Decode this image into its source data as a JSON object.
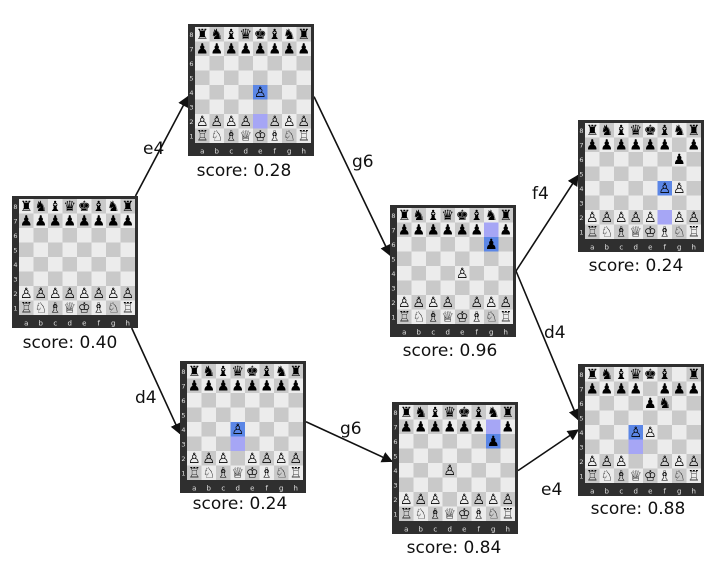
{
  "piece_glyphs": {
    "K": "♔",
    "Q": "♕",
    "R": "♖",
    "B": "♗",
    "N": "♘",
    "P": "♙",
    "k": "♚",
    "q": "♛",
    "r": "♜",
    "b": "♝",
    "n": "♞",
    "p": "♟"
  },
  "colors": {
    "light_square": "#ececec",
    "dark_square": "#c9c9c9",
    "highlight_from": "#a6a6f5",
    "highlight_to": "#5b86e6",
    "frame": "#2f2f2f",
    "label": "#e0e0e0"
  },
  "file_labels": [
    "a",
    "b",
    "c",
    "d",
    "e",
    "f",
    "g",
    "h"
  ],
  "rank_labels": [
    "8",
    "7",
    "6",
    "5",
    "4",
    "3",
    "2",
    "1"
  ],
  "nodes": [
    {
      "id": "start",
      "score": "score: 0.40",
      "position": [
        "rnbqkbnr",
        "pppppppp",
        "........",
        "........",
        "........",
        "........",
        "PPPPPPPP",
        "RNBQKBNR"
      ],
      "highlights": []
    },
    {
      "id": "e4",
      "score": "score: 0.28",
      "position": [
        "rnbqkbnr",
        "pppppppp",
        "........",
        "........",
        "....P...",
        "........",
        "PPPP.PPP",
        "RNBQKBNR"
      ],
      "highlights": [
        {
          "sq": "e2",
          "type": "from"
        },
        {
          "sq": "e4",
          "type": "to"
        }
      ]
    },
    {
      "id": "d4",
      "score": "score: 0.24",
      "position": [
        "rnbqkbnr",
        "pppppppp",
        "........",
        "........",
        "...P....",
        "........",
        "PPP.PPPP",
        "RNBQKBNR"
      ],
      "highlights": [
        {
          "sq": "d3",
          "type": "from"
        },
        {
          "sq": "d4",
          "type": "to"
        }
      ]
    },
    {
      "id": "e4g6",
      "score": "score: 0.96",
      "position": [
        "rnbqkbnr",
        "pppppp.p",
        "......p.",
        "........",
        "....P...",
        "........",
        "PPPP.PPP",
        "RNBQKBNR"
      ],
      "highlights": [
        {
          "sq": "g7",
          "type": "from"
        },
        {
          "sq": "g6",
          "type": "to"
        }
      ]
    },
    {
      "id": "d4g6",
      "score": "score: 0.84",
      "position": [
        "rnbqkbnr",
        "pppppp.p",
        "......p.",
        "........",
        "...P....",
        "........",
        "PPP.PPPP",
        "RNBQKBNR"
      ],
      "highlights": [
        {
          "sq": "g7",
          "type": "from"
        },
        {
          "sq": "g6",
          "type": "to"
        }
      ]
    },
    {
      "id": "e4g6f4",
      "score": "score: 0.24",
      "position": [
        "rnbqkbnr",
        "pppppp.p",
        "......p.",
        "........",
        ".....PP.",
        "........",
        "PPPPP.PP",
        "RNBQKBNR"
      ],
      "highlights": [
        {
          "sq": "f2",
          "type": "from"
        },
        {
          "sq": "f4",
          "type": "to"
        }
      ]
    },
    {
      "id": "merged",
      "score": "score: 0.88",
      "position": [
        "rnbqkb.r",
        "pppp.ppp",
        "....pn..",
        "........",
        "...PP...",
        "........",
        "PPP..PPP",
        "RNBQKBNR"
      ],
      "highlights": [
        {
          "sq": "d3",
          "type": "from"
        },
        {
          "sq": "d4",
          "type": "to"
        }
      ]
    }
  ],
  "edges": [
    {
      "from": "start",
      "to": "e4",
      "label": "e4"
    },
    {
      "from": "start",
      "to": "d4",
      "label": "d4"
    },
    {
      "from": "e4",
      "to": "e4g6",
      "label": "g6"
    },
    {
      "from": "d4",
      "to": "d4g6",
      "label": "g6"
    },
    {
      "from": "e4g6",
      "to": "e4g6f4",
      "label": "f4"
    },
    {
      "from": "e4g6",
      "to": "merged",
      "label": "d4"
    },
    {
      "from": "d4g6",
      "to": "merged",
      "label": "e4"
    }
  ]
}
